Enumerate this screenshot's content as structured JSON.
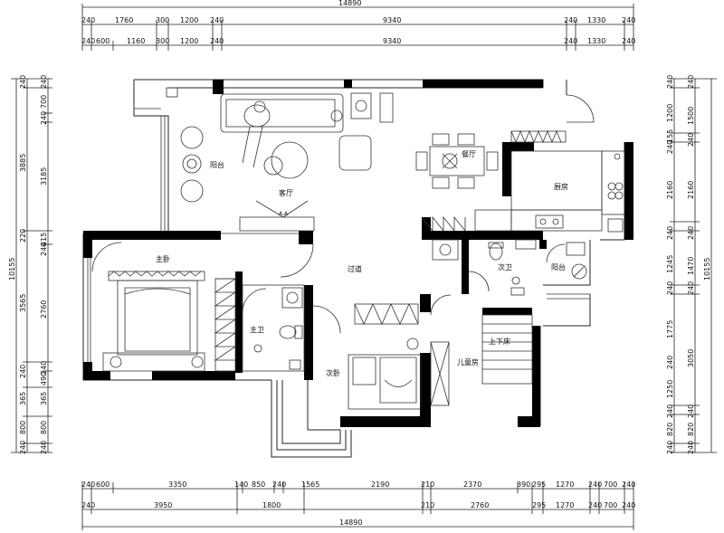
{
  "rooms": {
    "balcony": "阳台",
    "living": "客厅",
    "dining": "餐厅",
    "kitchen": "厨房",
    "master_bedroom": "主卧",
    "master_bath": "主卫",
    "corridor": "过道",
    "second_bath": "次卫",
    "utility_balcony": "阳台",
    "second_bedroom": "次卧",
    "kids_room": "儿童房",
    "bunk_bed": "上下床",
    "tv_label": "A.A"
  },
  "dims": {
    "top_total": "14890",
    "top_row1": [
      "240",
      "1760",
      "300",
      "1200",
      "240",
      "9340",
      "240",
      "1330",
      "240"
    ],
    "top_row2": [
      "240",
      "600",
      "1160",
      "300",
      "1200",
      "240",
      "9340",
      "240",
      "1330",
      "240"
    ],
    "bottom_row1": [
      "240",
      "600",
      "3350",
      "140",
      "850",
      "240",
      "1565",
      "2190",
      "210",
      "2370",
      "390",
      "295",
      "1270",
      "240",
      "700",
      "240"
    ],
    "bottom_row2": [
      "240",
      "3950",
      "1800",
      "210",
      "2760",
      "295",
      "1270",
      "240",
      "700",
      "240"
    ],
    "bottom_total": "14890",
    "left_total": "10155",
    "left_row1": [
      "240",
      "3885",
      "220",
      "3565",
      "240",
      "365",
      "800",
      "240"
    ],
    "left_row2": [
      "240",
      "700",
      "240",
      "3185",
      "415",
      "240",
      "2760",
      "240",
      "490",
      "365",
      "800",
      "240"
    ],
    "right_total": "10155",
    "right_row1": [
      "240",
      "1200",
      "155",
      "240",
      "2160",
      "240",
      "1245",
      "240",
      "1775",
      "240",
      "1250",
      "240",
      "820",
      "240"
    ],
    "right_row2": [
      "240",
      "1500",
      "240",
      "2160",
      "240",
      "1470",
      "240",
      "3050",
      "240",
      "820",
      "240"
    ]
  }
}
